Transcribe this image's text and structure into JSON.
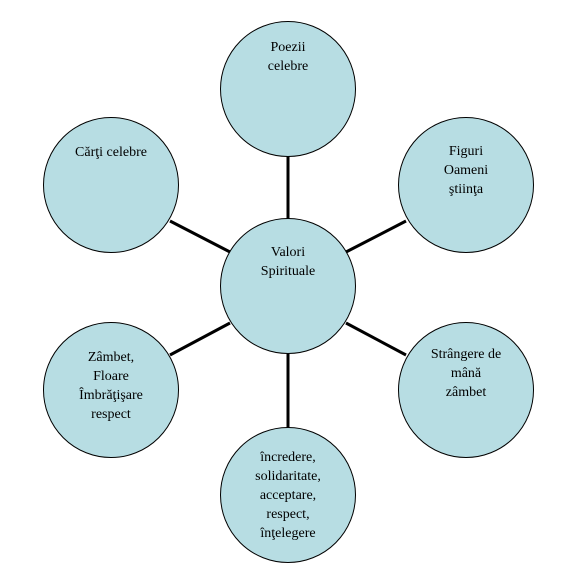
{
  "center": {
    "lines": [
      "Valori",
      "Spirituale"
    ]
  },
  "nodes": {
    "top": {
      "lines": [
        "Poezii",
        "celebre"
      ]
    },
    "upper_left": {
      "lines": [
        "Cărţi celebre"
      ]
    },
    "upper_right": {
      "lines": [
        "Figuri",
        "Oameni",
        "ştiinţa"
      ]
    },
    "lower_left": {
      "lines": [
        "Zâmbet,",
        "Floare",
        "Îmbrăţişare",
        "respect"
      ]
    },
    "lower_right": {
      "lines": [
        "Strângere de",
        "mână",
        "zâmbet"
      ]
    },
    "bottom": {
      "lines": [
        "încredere,",
        "solidaritate,",
        "acceptare,",
        "respect,",
        "înţelegere"
      ]
    }
  },
  "colors": {
    "circle_fill": "#b7dde3",
    "stroke": "#000000"
  }
}
